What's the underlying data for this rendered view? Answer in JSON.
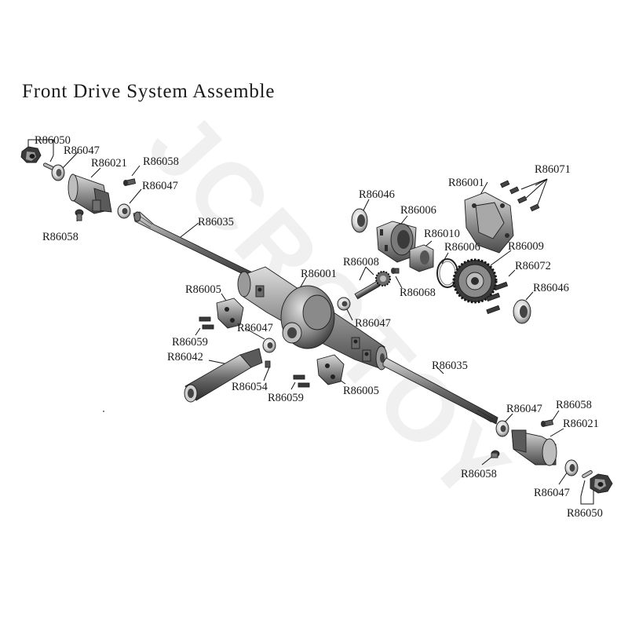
{
  "title": "Front Drive System Assemble",
  "watermark": "JCROTOY",
  "colors": {
    "ink": "#1a1a1a",
    "part_dark": "#5a5a5a",
    "part_mid": "#8c8c8c",
    "part_light": "#c4c4c4",
    "watermark": "#f0f0f0"
  },
  "parts": [
    "R86050",
    "R86047",
    "R86021",
    "R86058",
    "R86047",
    "R86058",
    "R86035",
    "R86046",
    "R86006",
    "R86001",
    "R86071",
    "R86010",
    "R86006",
    "R86009",
    "R86008",
    "R86072",
    "R86068",
    "R86001",
    "R86046",
    "R86005",
    "R86047",
    "R86047",
    "R86059",
    "R86042",
    "R86035",
    "R86054",
    "R86059",
    "R86005",
    "R86047",
    "R86058",
    "R86021",
    "R86058",
    "R86047",
    "R86050"
  ]
}
